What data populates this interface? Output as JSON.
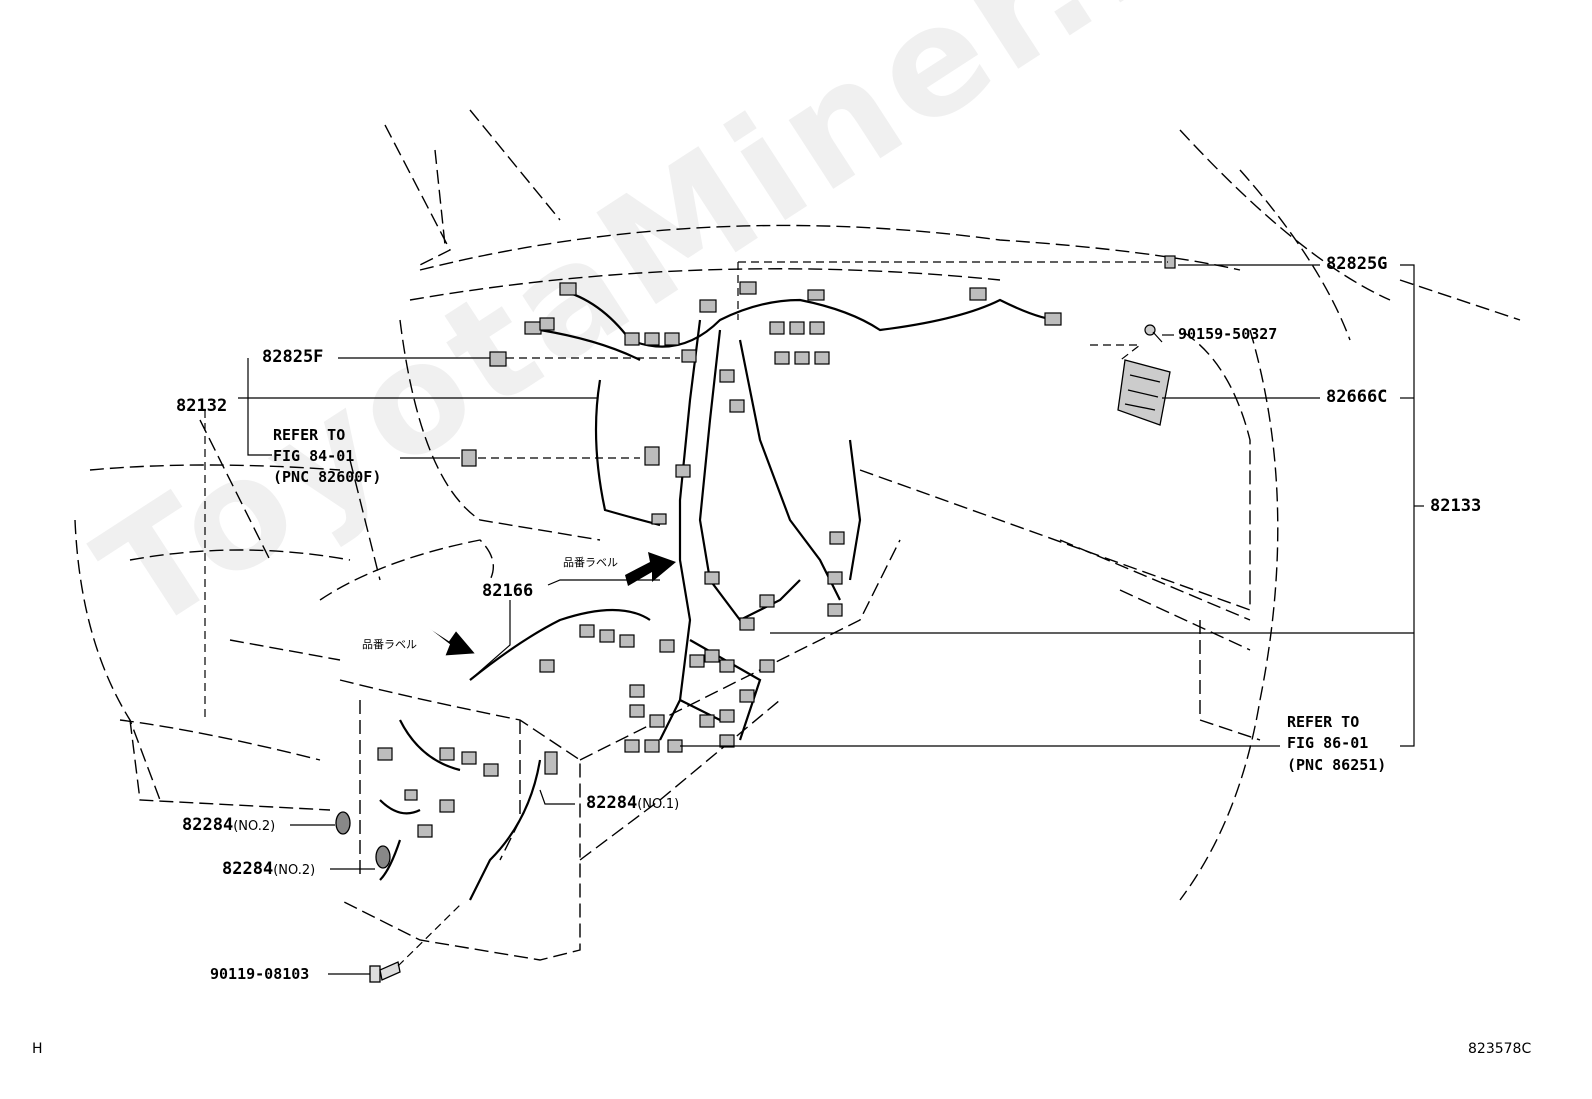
{
  "watermark": "ToyotaMiner.ru",
  "labels": {
    "p82825G": "82825G",
    "p90159": "90159-50327",
    "p82666C": "82666C",
    "p82133": "82133",
    "p82825F": "82825F",
    "p82132": "82132",
    "refer84": [
      "REFER TO",
      "FIG 84-01",
      "(PNC 82600F)"
    ],
    "refer86": [
      "REFER TO",
      "FIG 86-01",
      "(PNC 86251)"
    ],
    "p82166": "82166",
    "p82284_no1": "82284",
    "no1": "(NO.1)",
    "p82284_no2a": "82284",
    "no2a": "(NO.2)",
    "p82284_no2b": "82284",
    "no2b": "(NO.2)",
    "p90119": "90119-08103",
    "jp_label_1": "品番ラベル",
    "jp_label_2": "品番ラベル"
  },
  "corner_left": "H",
  "corner_right": "823578C"
}
